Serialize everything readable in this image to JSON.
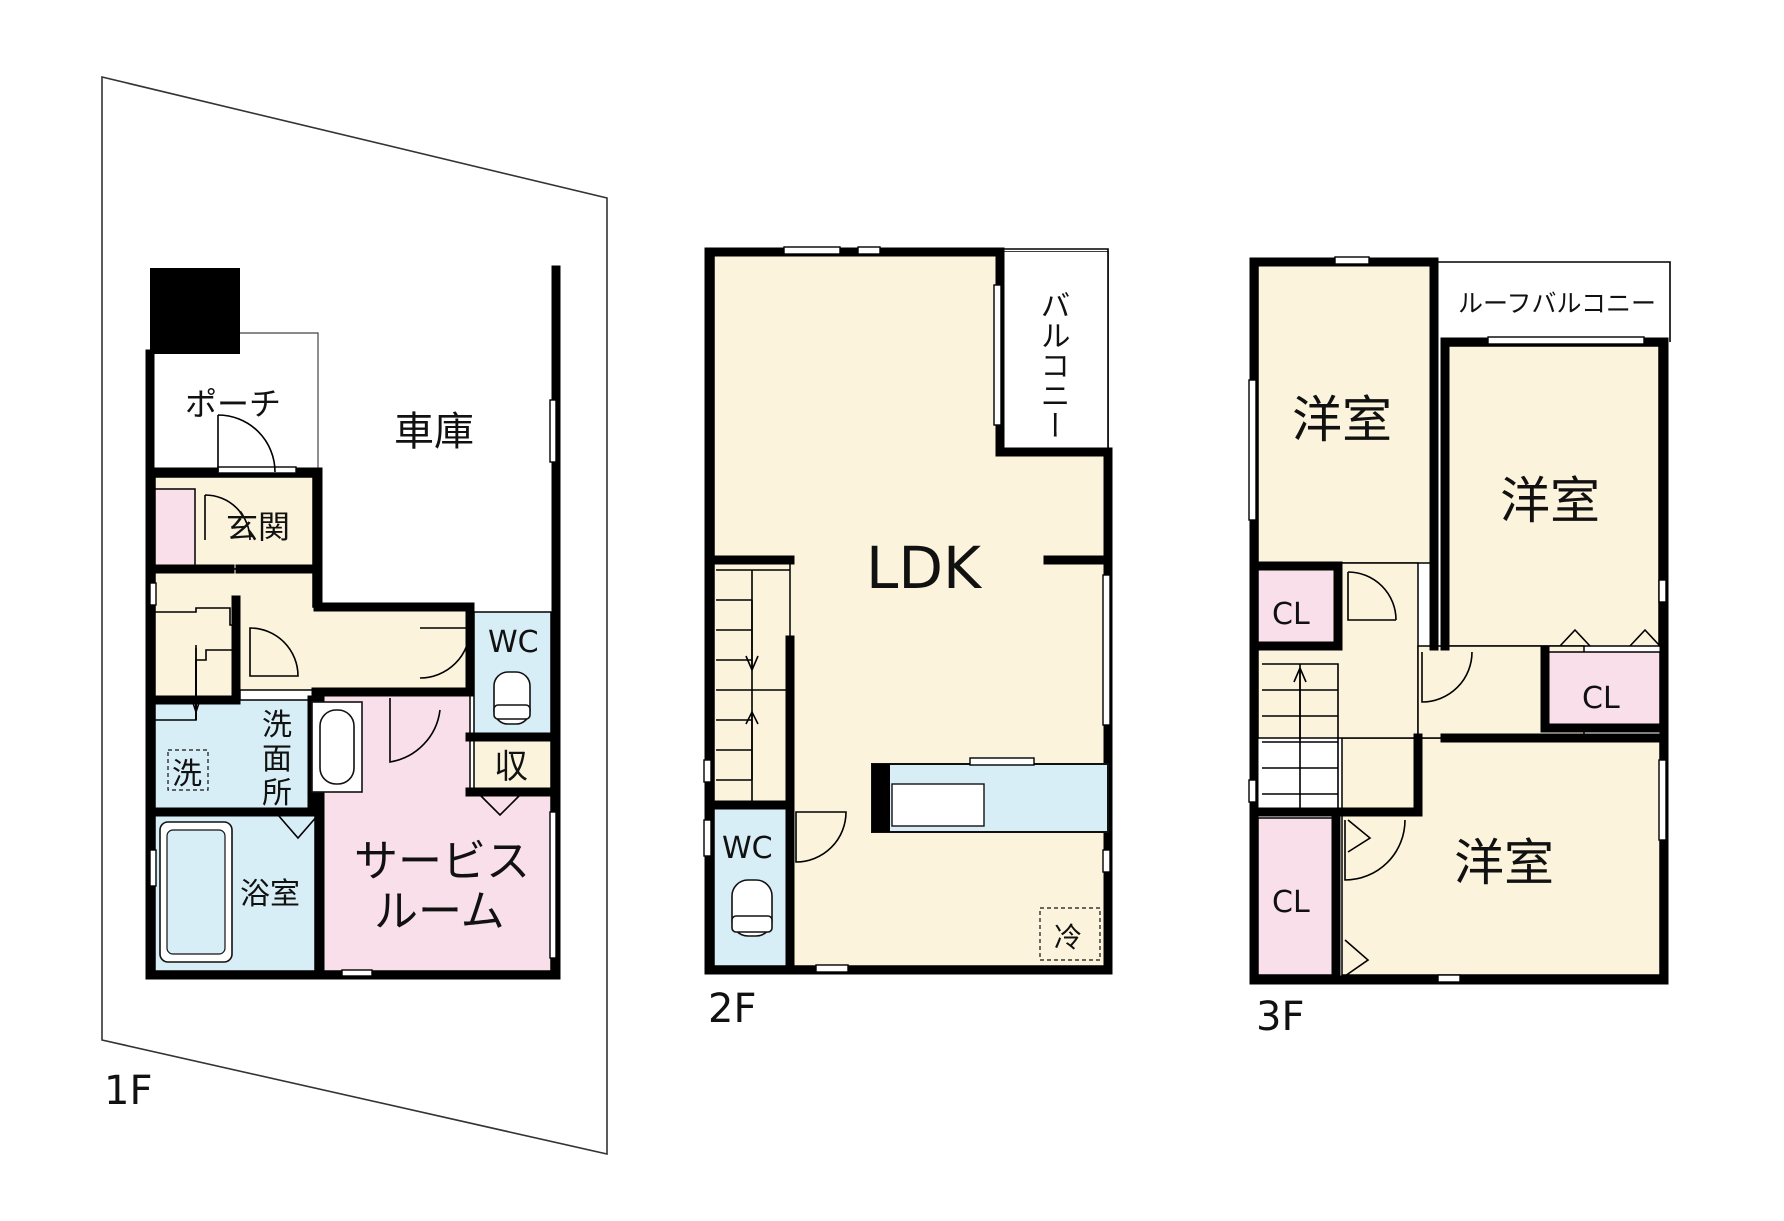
{
  "colors": {
    "hall": "#fbf3dc",
    "wet": "#d7eef7",
    "storage": "#f9dfe9",
    "service_room": "#f9dfe9",
    "wall": "#000000",
    "outline": "#333333"
  },
  "floor1": {
    "label": "1F",
    "rooms": {
      "porch": "ポーチ",
      "garage": "車庫",
      "entrance": "玄関",
      "wc": "WC",
      "storage": "収",
      "washroom": "洗\n面\n所",
      "washer": "洗",
      "bathroom": "浴室",
      "service_room_line1": "サービス",
      "service_room_line2": "ルーム"
    }
  },
  "floor2": {
    "label": "2F",
    "rooms": {
      "ldk": "LDK",
      "balcony": "バルコニー",
      "wc": "WC",
      "fridge": "冷"
    }
  },
  "floor3": {
    "label": "3F",
    "rooms": {
      "roof_balcony": "ルーフバルコニー",
      "bedroom_a": "洋室",
      "bedroom_b": "洋室",
      "bedroom_c": "洋室",
      "closet_a": "CL",
      "closet_b": "CL",
      "closet_c": "CL"
    }
  },
  "icons": {
    "toilet": "toilet-icon",
    "bathtub": "bathtub-icon",
    "sink": "sink-icon",
    "kitchen": "kitchen-counter-icon",
    "stairs": "stairs-icon",
    "door": "door-swing-icon"
  }
}
